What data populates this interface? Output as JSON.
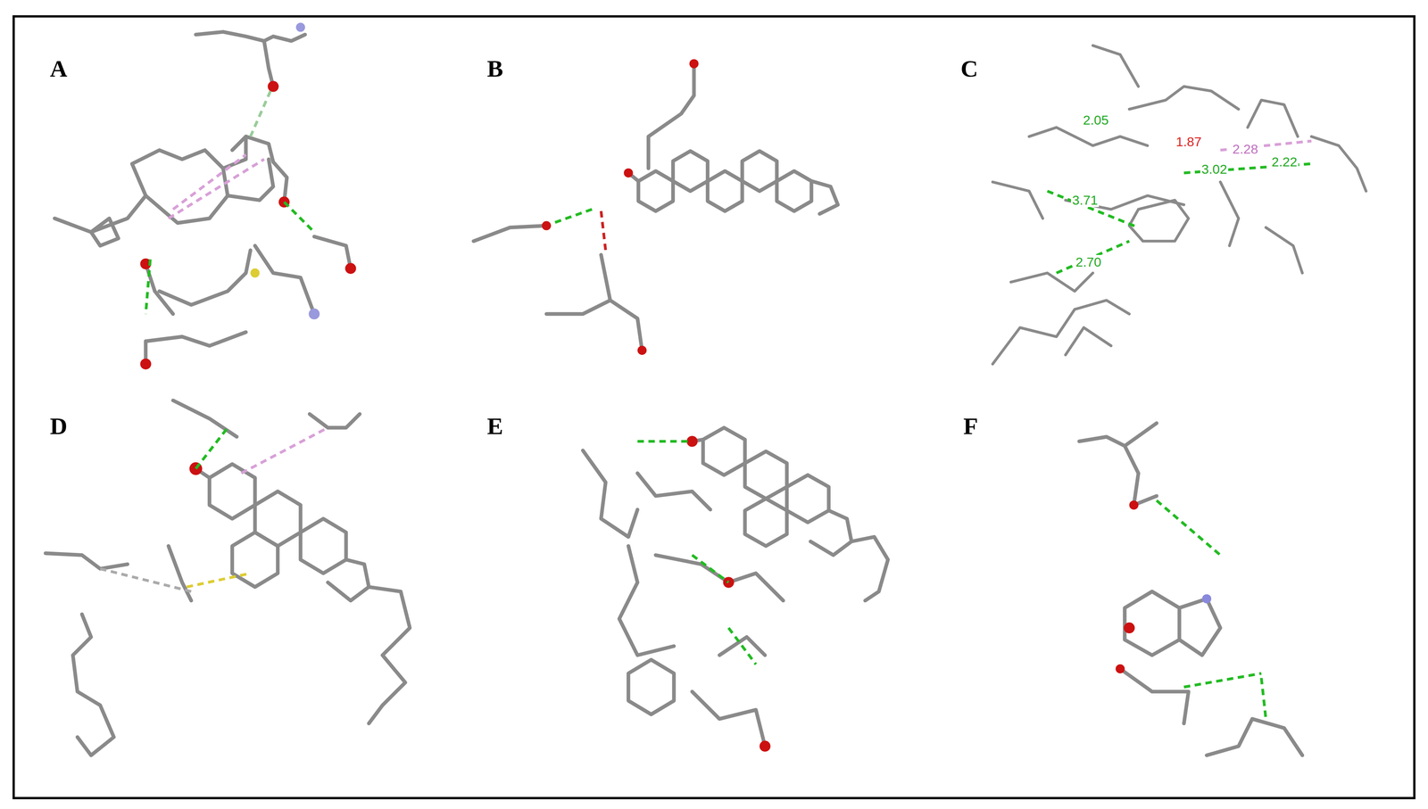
{
  "diagram": {
    "labels": [
      "A",
      "B",
      "C",
      "D",
      "E",
      "F",
      "2.05",
      "1.87",
      "2.28",
      "3.02",
      "2.22",
      "3.71",
      "2.70"
    ]
  }
}
